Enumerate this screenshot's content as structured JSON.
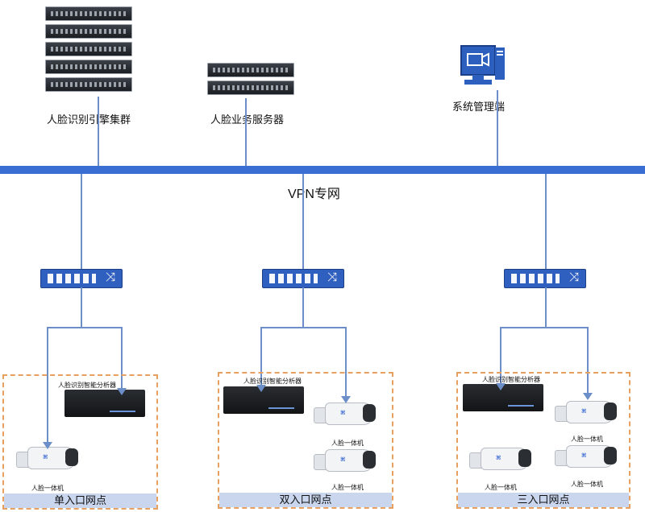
{
  "top": {
    "engine_cluster_label": "人脸识别引擎集群",
    "business_server_label": "人脸业务服务器",
    "management_label": "系统管理端"
  },
  "network": {
    "vpn_label": "VPN专网",
    "backbone_color": "#3a6ed2"
  },
  "sites": [
    {
      "name": "单入口网点",
      "analyzer_label": "人脸识别智能分析器",
      "camera_labels": [
        "人脸一体机"
      ]
    },
    {
      "name": "双入口网点",
      "analyzer_label": "人脸识别智能分析器",
      "camera_labels": [
        "人脸一体机",
        "人脸一体机"
      ]
    },
    {
      "name": "三入口网点",
      "analyzer_label": "人脸识别智能分析器",
      "camera_labels": [
        "人脸一体机",
        "人脸一体机",
        "人脸一体机"
      ]
    }
  ],
  "icons": [
    "server-rack-icon",
    "server-icon",
    "monitor-computer-icon",
    "network-switch-icon",
    "analyzer-box-icon",
    "camera-icon",
    "arrow-icon"
  ]
}
